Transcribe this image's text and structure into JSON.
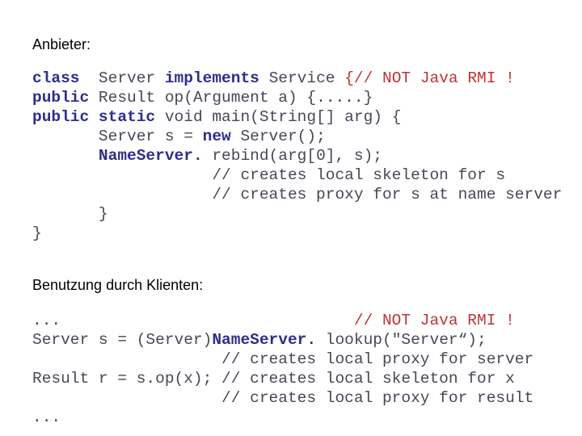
{
  "colors": {
    "bg": "#ffffff",
    "label": "#000000",
    "keyword": "#2E2E8C",
    "code": "#474757",
    "comment": "#BE3434"
  },
  "sections": [
    {
      "label": "Anbieter:",
      "code": [
        [
          {
            "s": "kw",
            "t": "class"
          },
          {
            "s": "code",
            "t": "  Server "
          },
          {
            "s": "kw",
            "t": "implements"
          },
          {
            "s": "code",
            "t": " Service "
          },
          {
            "s": "red",
            "t": "{// NOT Java RMI !"
          }
        ],
        [
          {
            "s": "kw",
            "t": "public"
          },
          {
            "s": "code",
            "t": " Result op(Argument a) {.....}"
          }
        ],
        [
          {
            "s": "kw",
            "t": "public"
          },
          {
            "s": "code",
            "t": " "
          },
          {
            "s": "kw",
            "t": "static"
          },
          {
            "s": "code",
            "t": " void main(String[] arg) {"
          }
        ],
        [
          {
            "s": "code",
            "t": "       Server s = "
          },
          {
            "s": "kw",
            "t": "new"
          },
          {
            "s": "code",
            "t": " Server();"
          }
        ],
        [
          {
            "s": "code",
            "t": "       "
          },
          {
            "s": "kw",
            "t": "NameServer."
          },
          {
            "s": "code",
            "t": " rebind(arg[0], s);"
          }
        ],
        [
          {
            "s": "code",
            "t": "                   // creates local skeleton for s"
          }
        ],
        [
          {
            "s": "code",
            "t": "                   // creates proxy for s at name server"
          }
        ],
        [
          {
            "s": "code",
            "t": "       }"
          }
        ],
        [
          {
            "s": "code",
            "t": "}"
          }
        ]
      ]
    },
    {
      "label": "Benutzung durch Klienten:",
      "code": [
        [
          {
            "s": "code",
            "t": "..."
          },
          {
            "s": "red",
            "t": "                               // NOT Java RMI !"
          }
        ],
        [
          {
            "s": "code",
            "t": "Server s = (Server)"
          },
          {
            "s": "kw",
            "t": "NameServer."
          },
          {
            "s": "code",
            "t": " lookup(\"Server“);"
          }
        ],
        [
          {
            "s": "code",
            "t": "                    // creates local proxy for server"
          }
        ],
        [
          {
            "s": "code",
            "t": "Result r = s.op(x); // creates local skeleton for x"
          }
        ],
        [
          {
            "s": "code",
            "t": "                    // creates local proxy for result"
          }
        ],
        [
          {
            "s": "code",
            "t": "..."
          }
        ]
      ]
    }
  ]
}
